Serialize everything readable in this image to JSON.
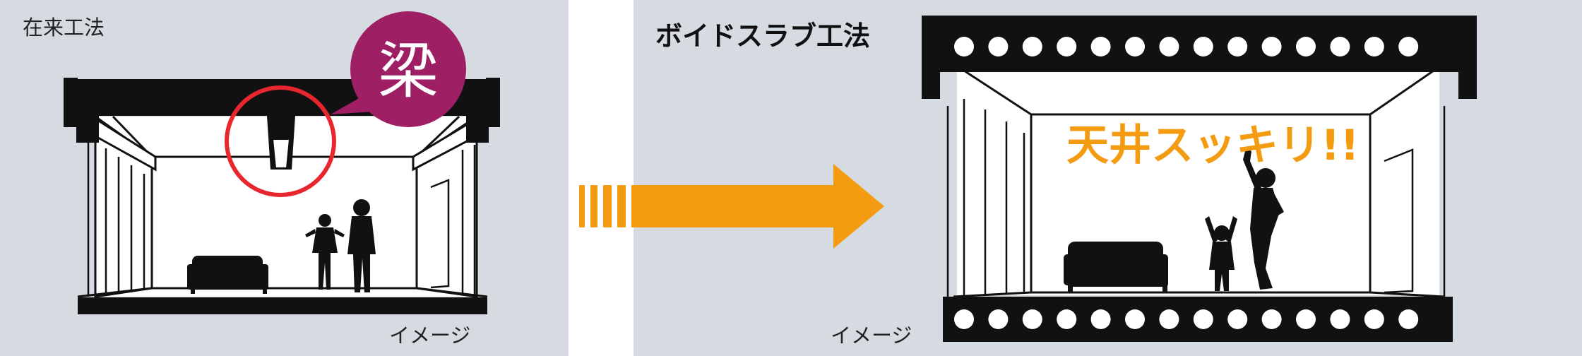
{
  "left": {
    "title": "在来工法",
    "beam_badge": "梁",
    "image_label": "イメージ"
  },
  "right": {
    "title": "ボイドスラブ工法",
    "ceiling_callout": "天井スッキリ!!",
    "image_label": "イメージ"
  },
  "colors": {
    "panel_bg": "#d5dbe0",
    "beam_badge_bg": "#9e1f63",
    "highlight_ring": "#e8262d",
    "arrow": "#f39c12",
    "callout_text": "#f39c12",
    "structure": "#111111"
  },
  "icons": [
    "beam-badge-icon",
    "highlight-ring-icon",
    "sofa-icon",
    "person-silhouette-icon",
    "child-silhouette-icon",
    "arrow-right-icon"
  ]
}
